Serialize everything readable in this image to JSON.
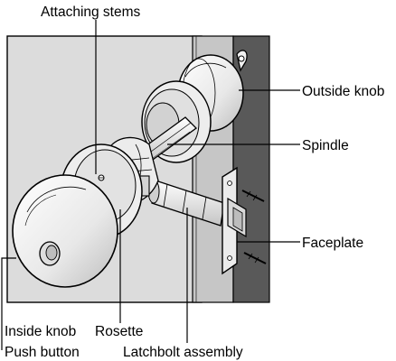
{
  "labels": {
    "attaching_stems": "Attaching stems",
    "outside_knob": "Outside knob",
    "spindle": "Spindle",
    "faceplate": "Faceplate",
    "inside_knob": "Inside knob",
    "push_button": "Push button",
    "rosette": "Rosette",
    "latchbolt_assembly": "Latchbolt assembly"
  },
  "colors": {
    "door": "#dcdcdc",
    "door_edge": "#bdbdbd",
    "frame_dark": "#595959",
    "line": "#000000"
  }
}
